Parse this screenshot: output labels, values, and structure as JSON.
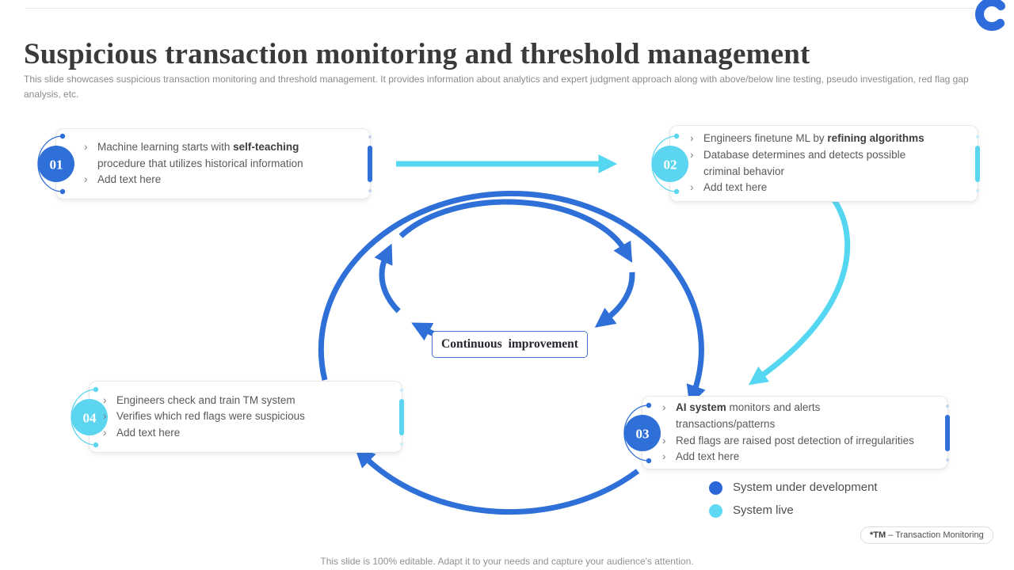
{
  "slide": {
    "title": "Suspicious transaction monitoring and threshold management",
    "subtitle": "This slide showcases suspicious transaction monitoring and threshold management. It provides information about analytics and expert judgment approach along with above/below line testing, pseudo investigation, red flag gap analysis, etc.",
    "footer": "This slide is 100% editable. Adapt it to your needs and capture your audience's attention.",
    "footnote": {
      "abbr": "*TM",
      "rest": " – Transaction Monitoring"
    }
  },
  "center_label": "Continuous improvement",
  "colors": {
    "primary_blue": "#2E6FD8",
    "light_blue": "#5CD5F0",
    "legend_blue": "#2A66DA",
    "legend_cyan": "#5FD9F5",
    "body_text": "#595959",
    "title_text": "#3A3A3A"
  },
  "legend": [
    {
      "label": "System under development",
      "color": "#2A66DA"
    },
    {
      "label": "System live",
      "color": "#5FD9F5"
    }
  ],
  "steps": [
    {
      "number": "01",
      "accent": "blue",
      "bullets": [
        [
          {
            "text": "Machine learning starts with ",
            "bold": false
          },
          {
            "text": "self-teaching",
            "bold": true
          },
          {
            "br": true
          },
          {
            "text": "procedure that utilizes historical information",
            "bold": false
          }
        ],
        [
          {
            "text": "Add text here",
            "bold": false
          }
        ]
      ]
    },
    {
      "number": "02",
      "accent": "cyan",
      "bullets": [
        [
          {
            "text": "Engineers finetune ML by ",
            "bold": false
          },
          {
            "text": "refining algorithms",
            "bold": true
          }
        ],
        [
          {
            "text": "Database determines and detects possible",
            "bold": false
          },
          {
            "br": true
          },
          {
            "text": "criminal behavior",
            "bold": false
          }
        ],
        [
          {
            "text": "Add text here",
            "bold": false
          }
        ]
      ]
    },
    {
      "number": "03",
      "accent": "blue",
      "bullets": [
        [
          {
            "text": "AI system",
            "bold": true
          },
          {
            "text": " monitors and alerts",
            "bold": false
          },
          {
            "br": true
          },
          {
            "text": "transactions/patterns",
            "bold": false
          }
        ],
        [
          {
            "text": "Red flags are raised post detection of irregularities",
            "bold": false
          }
        ],
        [
          {
            "text": "Add text here",
            "bold": false
          }
        ]
      ]
    },
    {
      "number": "04",
      "accent": "cyan",
      "bullets": [
        [
          {
            "text": "Engineers check and train TM system",
            "bold": false
          }
        ],
        [
          {
            "text": "Verifies which red flags were suspicious",
            "bold": false
          }
        ],
        [
          {
            "text": "Add text here",
            "bold": false
          }
        ]
      ]
    }
  ]
}
